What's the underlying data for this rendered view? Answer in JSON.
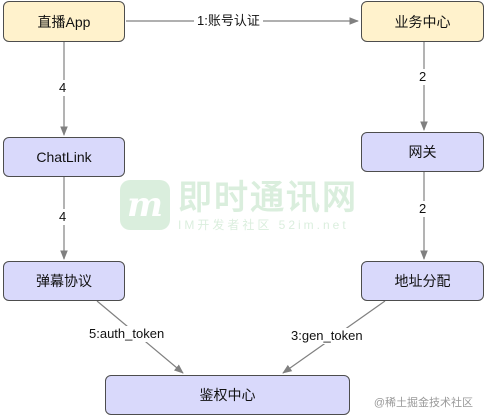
{
  "nodes": {
    "live_app": "直播App",
    "business_center": "业务中心",
    "chatlink": "ChatLink",
    "gateway": "网关",
    "barrage_protocol": "弹幕协议",
    "address_allocation": "地址分配",
    "auth_center": "鉴权中心"
  },
  "edges": {
    "app_to_business": "1:账号认证",
    "business_to_gateway": "2",
    "gateway_to_address": "2",
    "app_to_chatlink": "4",
    "chatlink_to_barrage": "4",
    "barrage_to_auth": "5:auth_token",
    "address_to_auth": "3:gen_token"
  },
  "watermark": {
    "logo_letter": "m",
    "title": "即时通讯网",
    "subtitle": "IM开发者社区 52im.net"
  },
  "credit": "@稀土掘金技术社区",
  "colors": {
    "yellow_node": "#fff2cc",
    "blue_node": "#d9d9fb",
    "arrow": "#808080"
  }
}
